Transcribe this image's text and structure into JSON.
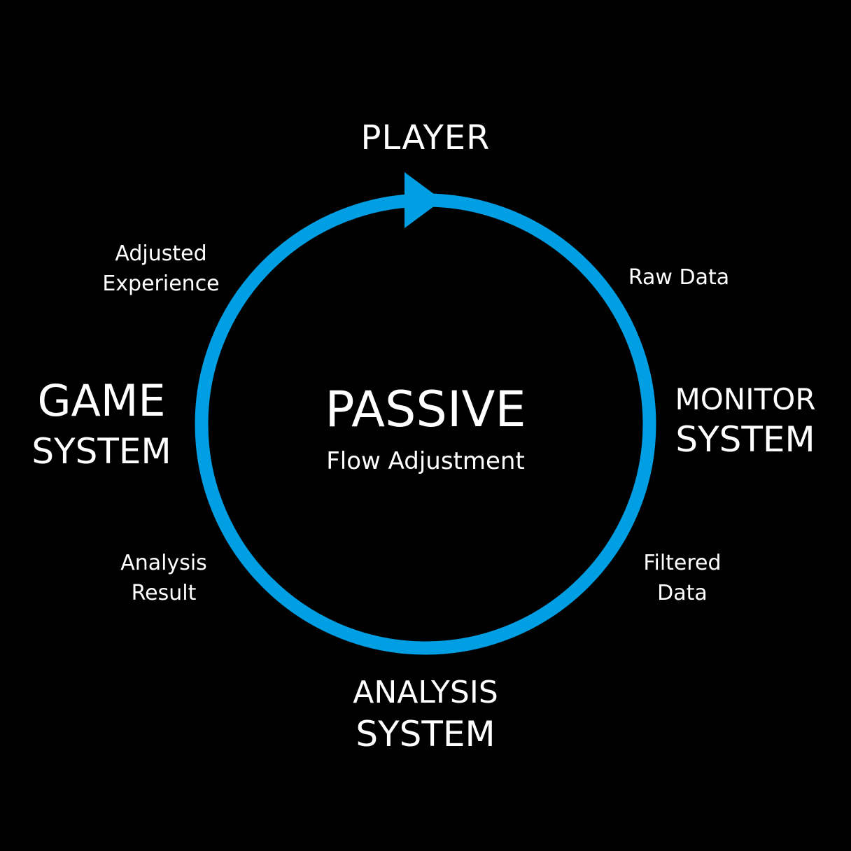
{
  "colors": {
    "background": "#000000",
    "text": "#ffffff",
    "cycle_arrow": "#009ee3"
  },
  "center": {
    "title": "PASSIVE",
    "subtitle": "Flow Adjustment"
  },
  "nodes": {
    "player": "PLAYER",
    "monitor": {
      "line1": "MONITOR",
      "line2": "SYSTEM"
    },
    "analysis": {
      "line1": "ANALYSIS",
      "line2": "SYSTEM"
    },
    "game": {
      "line1": "GAME",
      "line2": "SYSTEM"
    }
  },
  "edges": {
    "raw_data": "Raw Data",
    "filtered_data": {
      "line1": "Filtered",
      "line2": "Data"
    },
    "analysis_result": {
      "line1": "Analysis",
      "line2": "Result"
    },
    "adjusted_experience": {
      "line1": "Adjusted",
      "line2": "Experience"
    }
  }
}
